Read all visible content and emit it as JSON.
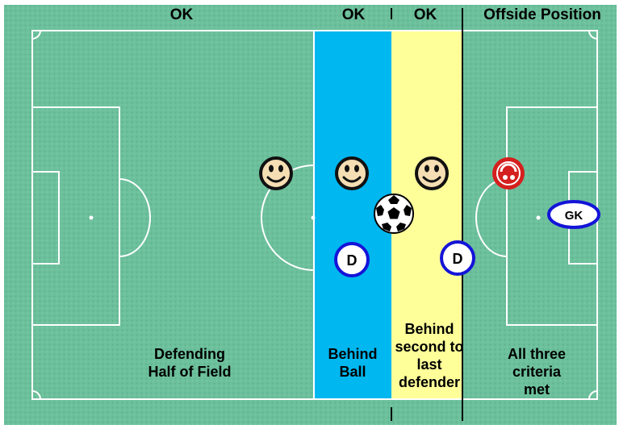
{
  "top_labels": {
    "ok_1": "OK",
    "ok_2": "OK",
    "ok_3": "OK",
    "offside": "Offside Position"
  },
  "zone_labels": {
    "defending_half": "Defending\nHalf of Field",
    "behind_ball": "Behind\nBall",
    "behind_second": "Behind\nsecond to\nlast\ndefender",
    "all_three": "All three\ncriteria\nmet"
  },
  "players": {
    "defender_1": "D",
    "defender_2": "D",
    "goalkeeper": "GK"
  },
  "colors": {
    "pitch": "#6bbf9a",
    "lines": "#ffffff",
    "behind_ball_zone": "#00b7f0",
    "behind_defender_zone": "#ffff9a",
    "attacker_face": "#f5deb3",
    "offside_face": "#d4201e",
    "defender_ring": "#1414d8"
  },
  "icons": {
    "attacker": "smiley-face-icon",
    "offside_attacker": "red-face-icon",
    "ball": "soccer-ball-icon"
  }
}
